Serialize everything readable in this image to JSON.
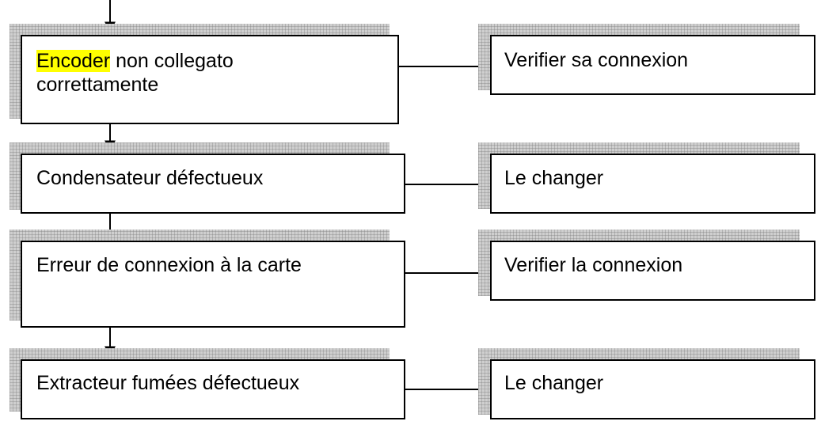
{
  "causes": [
    {
      "highlight": "Encoder",
      "text": " non collegato",
      "line2": "correttamente"
    },
    {
      "text": "Condensateur défectueux"
    },
    {
      "text": "Erreur de connexion à la carte"
    },
    {
      "text": "Extracteur fumées défectueux"
    }
  ],
  "actions": [
    {
      "text": "Verifier sa connexion"
    },
    {
      "text": "Le changer"
    },
    {
      "text": "Verifier la connexion"
    },
    {
      "text": "Le changer"
    }
  ],
  "colors": {
    "highlight": "#ffff00",
    "shadow": "#cfcfcf",
    "line": "#000000"
  }
}
